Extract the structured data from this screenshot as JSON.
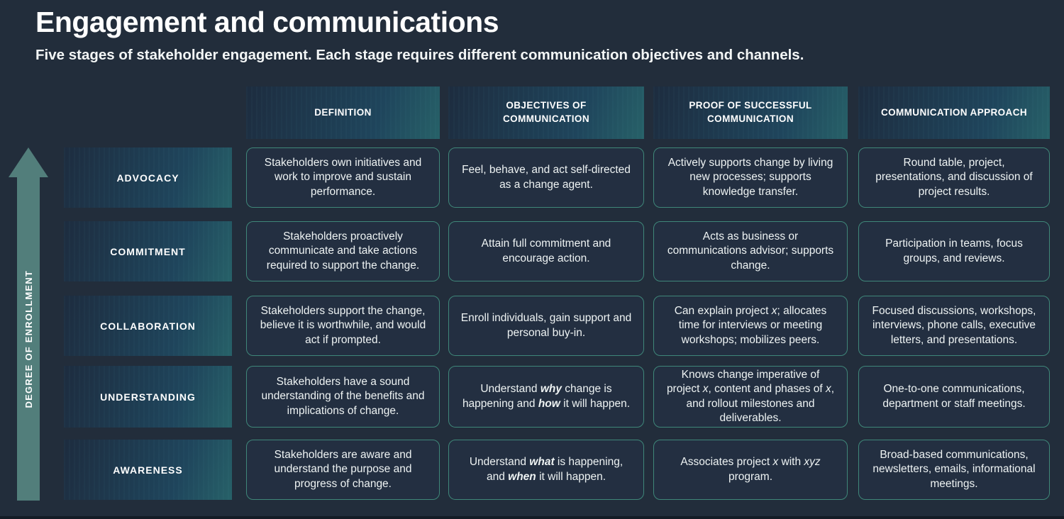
{
  "page": {
    "title": "Engagement and communications",
    "subtitle": "Five stages of stakeholder engagement. Each stage requires different communication objectives and channels."
  },
  "axis": {
    "label": "DEGREE OF ENROLLMENT"
  },
  "columns": [
    "DEFINITION",
    "OBJECTIVES OF COMMUNICATION",
    "PROOF OF SUCCESSFUL COMMUNICATION",
    "COMMUNICATION APPROACH"
  ],
  "rows": [
    {
      "stage": "ADVOCACY",
      "cells": [
        {
          "segments": [
            {
              "text": "Stakeholders own initiatives and work to improve and sustain performance."
            }
          ]
        },
        {
          "segments": [
            {
              "text": "Feel, behave, and act self-directed as a change agent."
            }
          ]
        },
        {
          "segments": [
            {
              "text": "Actively supports change by living new processes; supports knowledge transfer."
            }
          ]
        },
        {
          "segments": [
            {
              "text": "Round table, project, presentations, and discussion of project results."
            }
          ]
        }
      ]
    },
    {
      "stage": "COMMITMENT",
      "cells": [
        {
          "segments": [
            {
              "text": "Stakeholders proactively communicate and take actions required to support the change."
            }
          ]
        },
        {
          "segments": [
            {
              "text": "Attain full commitment and encourage action."
            }
          ]
        },
        {
          "segments": [
            {
              "text": "Acts as business or communications advisor; supports change."
            }
          ]
        },
        {
          "segments": [
            {
              "text": "Participation in teams, focus groups, and reviews."
            }
          ]
        }
      ]
    },
    {
      "stage": "COLLABORATION",
      "cells": [
        {
          "segments": [
            {
              "text": "Stakeholders support the change, believe it is worthwhile, and would act if prompted."
            }
          ]
        },
        {
          "segments": [
            {
              "text": "Enroll individuals, gain support and personal buy-in."
            }
          ]
        },
        {
          "segments": [
            {
              "text": "Can explain project "
            },
            {
              "text": "x",
              "style": "italic"
            },
            {
              "text": "; allocates time for interviews or meeting workshops; mobilizes peers."
            }
          ]
        },
        {
          "segments": [
            {
              "text": "Focused discussions, workshops, interviews, phone calls, executive letters, and presentations."
            }
          ]
        }
      ]
    },
    {
      "stage": "UNDERSTANDING",
      "cells": [
        {
          "segments": [
            {
              "text": "Stakeholders have a sound understanding of the benefits and implications of change."
            }
          ]
        },
        {
          "segments": [
            {
              "text": "Understand "
            },
            {
              "text": "why",
              "style": "bold-italic"
            },
            {
              "text": " change is happening and "
            },
            {
              "text": "how",
              "style": "bold-italic"
            },
            {
              "text": " it will happen."
            }
          ]
        },
        {
          "segments": [
            {
              "text": "Knows change imperative of project "
            },
            {
              "text": "x",
              "style": "italic"
            },
            {
              "text": ", content and phases of "
            },
            {
              "text": "x",
              "style": "italic"
            },
            {
              "text": ", and rollout milestones and deliverables."
            }
          ]
        },
        {
          "segments": [
            {
              "text": "One-to-one communications, department or staff meetings."
            }
          ]
        }
      ]
    },
    {
      "stage": "AWARENESS",
      "cells": [
        {
          "segments": [
            {
              "text": "Stakeholders are aware and understand the purpose and progress of change."
            }
          ]
        },
        {
          "segments": [
            {
              "text": "Understand "
            },
            {
              "text": "what",
              "style": "bold-italic"
            },
            {
              "text": " is happening, and "
            },
            {
              "text": "when",
              "style": "bold-italic"
            },
            {
              "text": " it will happen."
            }
          ]
        },
        {
          "segments": [
            {
              "text": "Associates project "
            },
            {
              "text": "x",
              "style": "italic"
            },
            {
              "text": " with "
            },
            {
              "text": "xyz",
              "style": "italic"
            },
            {
              "text": " program."
            }
          ]
        },
        {
          "segments": [
            {
              "text": "Broad-based communications, newsletters, emails, informational meetings."
            }
          ]
        }
      ]
    }
  ],
  "colors": {
    "background": "#222d3b",
    "box_gradient_start": "#1d2c3f",
    "box_gradient_end": "#276168",
    "cell_background": "#232f41",
    "cell_border": "#3f8779",
    "arrow": "#527e7b",
    "text": "#eef3f3"
  }
}
